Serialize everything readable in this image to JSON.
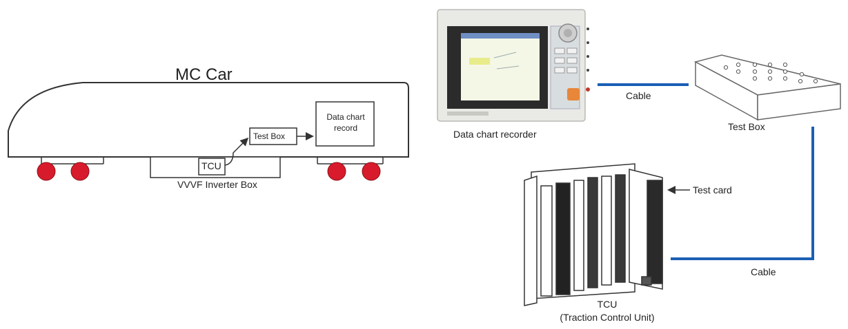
{
  "left": {
    "car_title": "MC Car",
    "tcu_label": "TCU",
    "test_box_label": "Test Box",
    "recorder_label_line1": "Data chart",
    "recorder_label_line2": "record",
    "inverter_label": "VVVF Inverter Box"
  },
  "right": {
    "recorder_caption": "Data chart recorder",
    "cable_label_top": "Cable",
    "test_box_caption": "Test Box",
    "test_card_label": "Test card",
    "cable_label_bottom": "Cable",
    "tcu_caption_line1": "TCU",
    "tcu_caption_line2": "(Traction Control Unit)"
  },
  "colors": {
    "cable": "#1a5fb4",
    "wheel": "#d81b2c",
    "outline": "#333333",
    "recorder_screen": "#2b2b2b",
    "recorder_display": "#f4f7e6",
    "recorder_orange": "#e8873a"
  }
}
